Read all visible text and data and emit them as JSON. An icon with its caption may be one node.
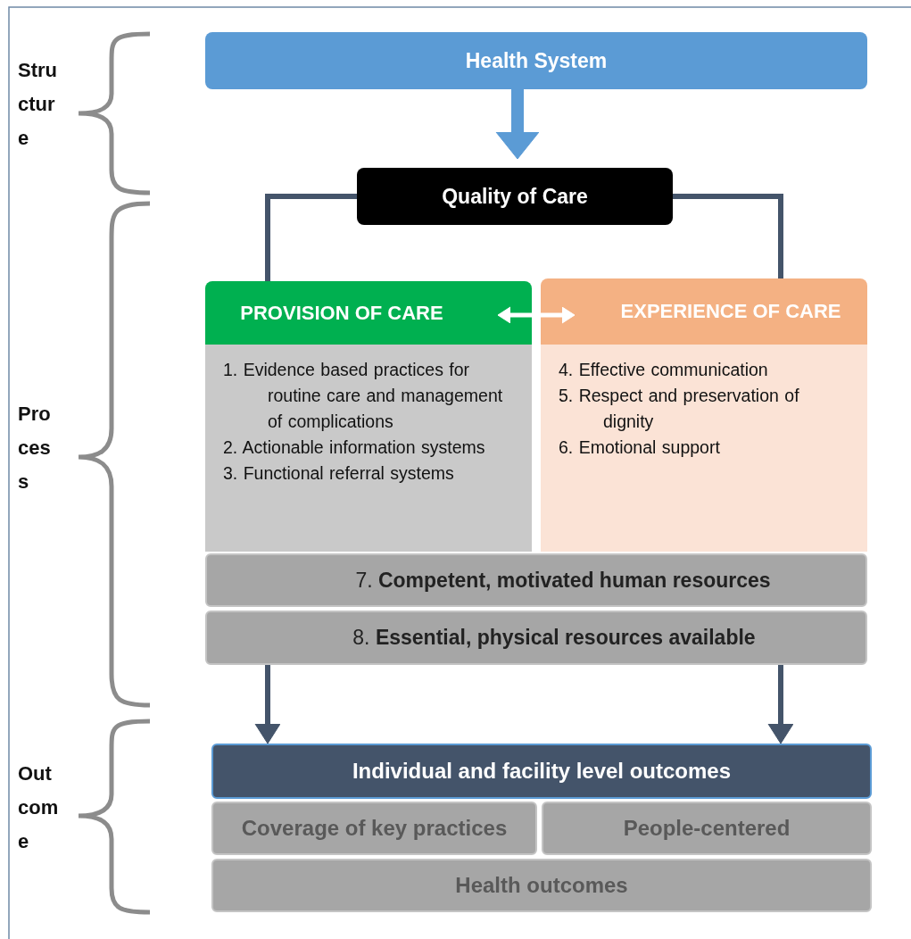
{
  "diagram": {
    "nodes": [
      {
        "text": [
          "Health System"
        ]
      },
      {
        "text": [
          "Quality of Care"
        ]
      },
      {
        "text": [
          "PROVISION OF CARE"
        ]
      },
      {
        "text": [
          "1. Evidence based practices for routine care and management of complications",
          "2. Actionable information systems",
          "3. Functional referral systems"
        ]
      },
      {
        "text": [
          "EXPERIENCE OF CARE"
        ]
      },
      {
        "text": [
          "4. Effective communication",
          "5. Respect and preservation of dignity",
          "6. Emotional support"
        ]
      },
      {
        "text": [
          "7. **Competent, motivated human resources**"
        ]
      },
      {
        "text": [
          "8. **Essential, physical resources available**"
        ]
      },
      {
        "text": [
          "Individual and facility level outcomes"
        ]
      },
      {
        "text": [
          "Coverage of key practices"
        ]
      },
      {
        "text": [
          "People-centered"
        ]
      },
      {
        "text": [
          "Health outcomes"
        ]
      }
    ],
    "edges": [
      {
        "from": 0,
        "to": 1,
        "arrow": "to",
        "style": "thick",
        "color": "#5b9bd5"
      },
      {
        "from": 1,
        "to": 2,
        "arrow": "none"
      },
      {
        "from": 1,
        "to": 4,
        "arrow": "none"
      },
      {
        "from": 2,
        "to": 4,
        "arrow": "both",
        "color": "#ffffff"
      },
      {
        "from": 7,
        "to": 8,
        "arrow": "to"
      },
      {
        "from": 7,
        "to": 8,
        "arrow": "to"
      }
    ],
    "labels": [
      "Structure",
      "Process",
      "Outcome"
    ]
  }
}
